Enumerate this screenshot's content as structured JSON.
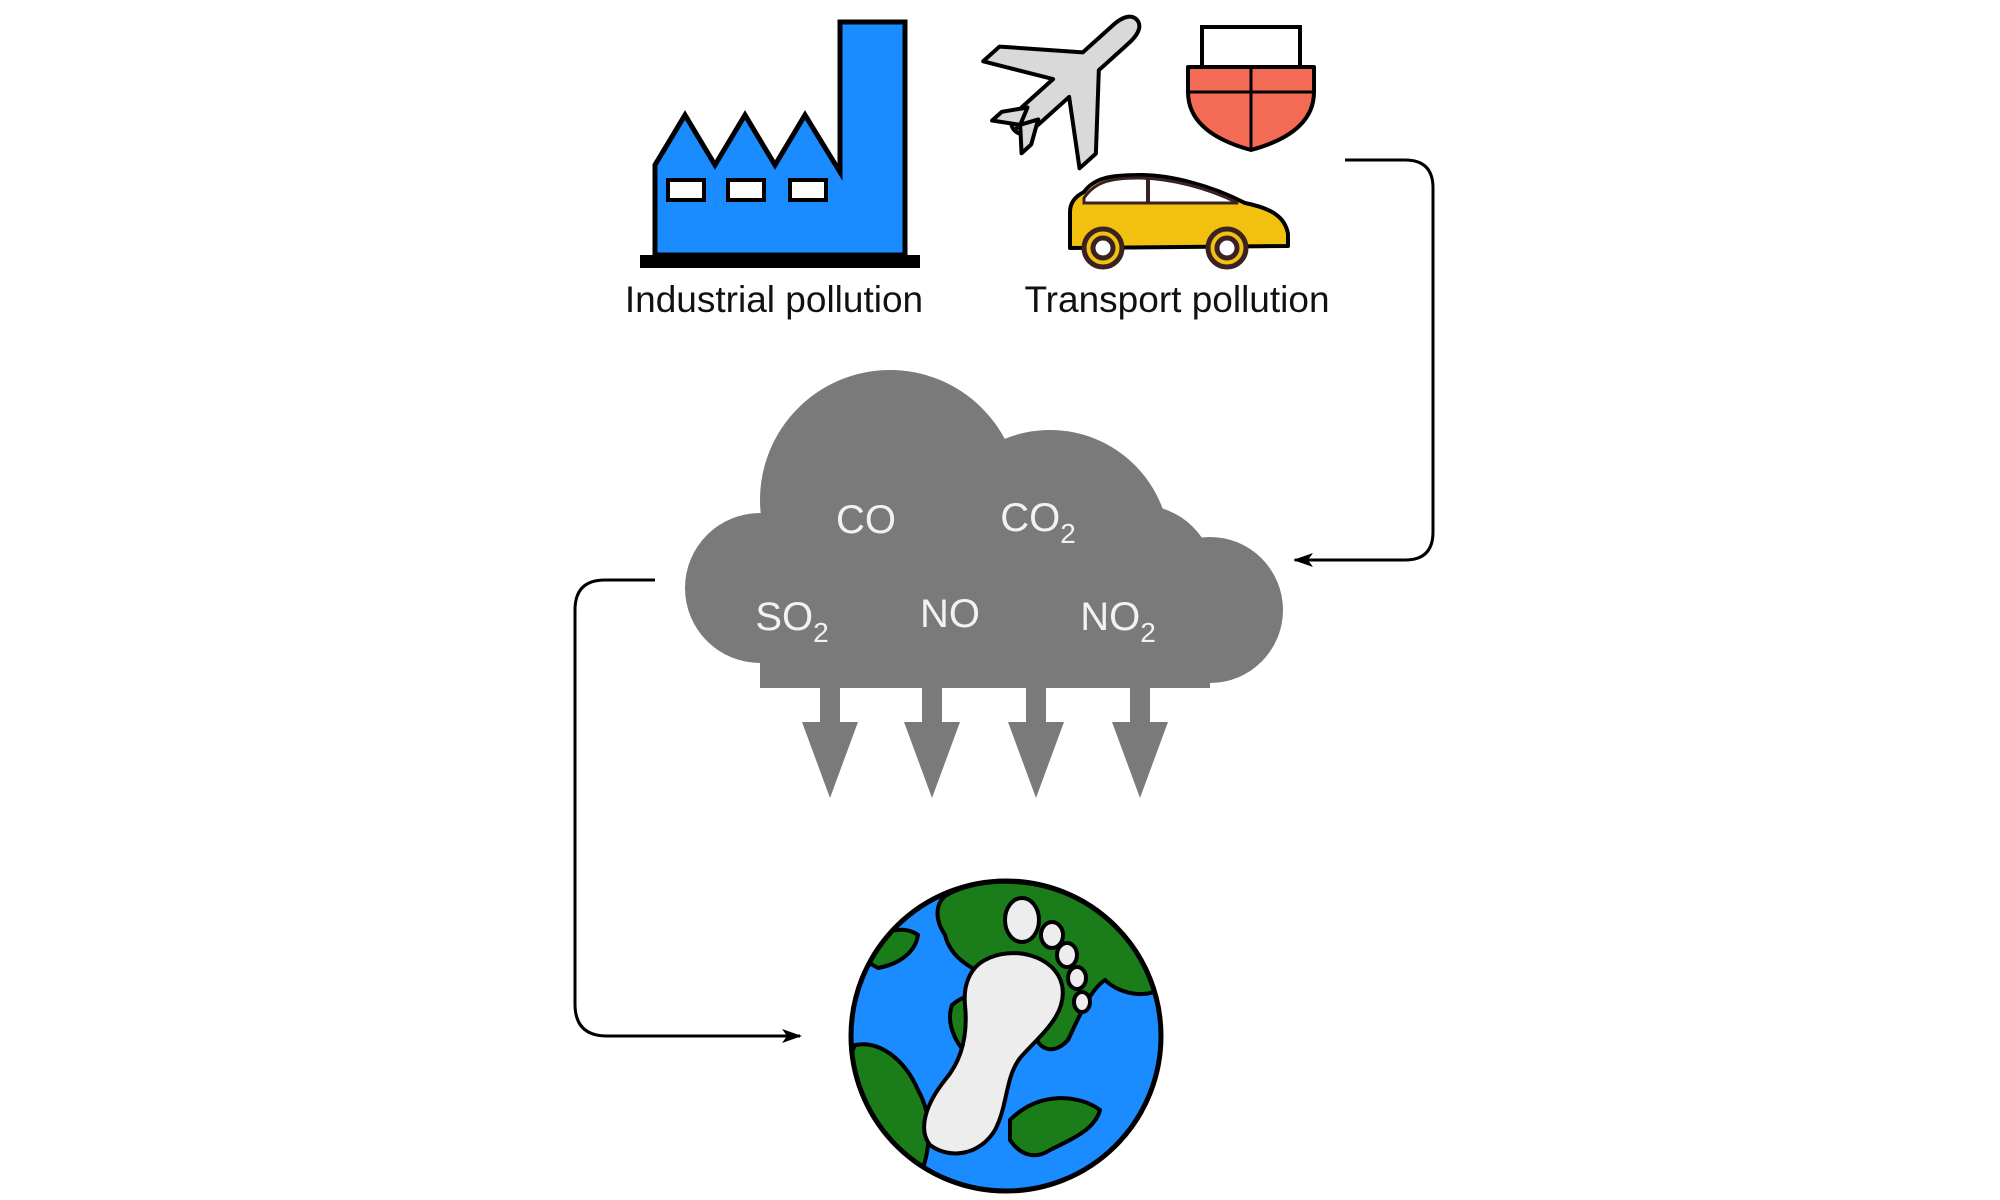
{
  "labels": {
    "industrial": "Industrial pollution",
    "transport": "Transport pollution"
  },
  "gases": [
    {
      "base": "CO",
      "sub": ""
    },
    {
      "base": "CO",
      "sub": "2"
    },
    {
      "base": "SO",
      "sub": "2"
    },
    {
      "base": "NO",
      "sub": ""
    },
    {
      "base": "NO",
      "sub": "2"
    }
  ],
  "icons": [
    "factory-icon",
    "airplane-icon",
    "ship-icon",
    "car-icon",
    "cloud-icon",
    "globe-icon",
    "footprint-icon"
  ],
  "colors": {
    "factory": "#1a8cff",
    "ship": "#f36a55",
    "car": "#f2c10f",
    "airplane": "#d9d9d9",
    "cloud": "#7a7a7a",
    "ocean": "#1a8cff",
    "land": "#1a7d1a",
    "footprint": "#ededed",
    "gas_text": "#f2f2f2"
  }
}
